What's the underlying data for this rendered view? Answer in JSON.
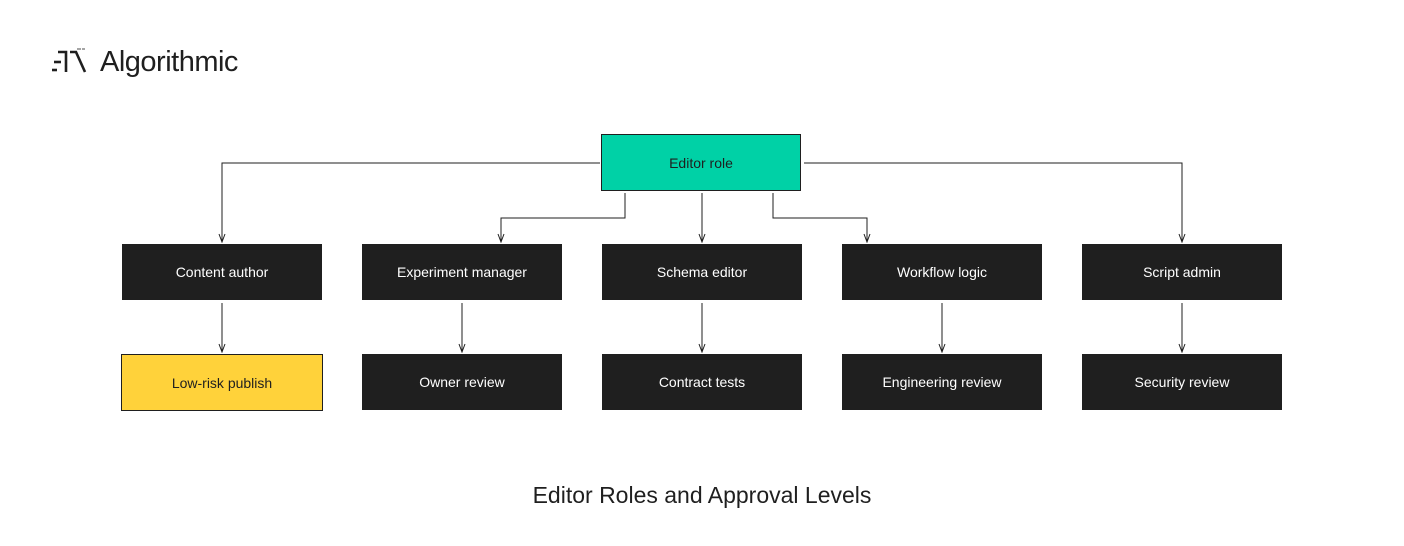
{
  "brand": {
    "name": "Algorithmic",
    "icon": "algorithmic-logo-icon"
  },
  "diagram": {
    "root": {
      "label": "Editor role",
      "color": "#00d1a6"
    },
    "roles": [
      {
        "label": "Content author",
        "approval": "Low-risk publish",
        "approval_color": "#ffd23a"
      },
      {
        "label": "Experiment manager",
        "approval": "Owner review",
        "approval_color": "#1f1f1f"
      },
      {
        "label": "Schema editor",
        "approval": "Contract tests",
        "approval_color": "#1f1f1f"
      },
      {
        "label": "Workflow logic",
        "approval": "Engineering review",
        "approval_color": "#1f1f1f"
      },
      {
        "label": "Script admin",
        "approval": "Security review",
        "approval_color": "#1f1f1f"
      }
    ],
    "box_color": "#1f1f1f",
    "line_color": "#1f1f1f"
  },
  "caption": "Editor Roles and Approval Levels"
}
